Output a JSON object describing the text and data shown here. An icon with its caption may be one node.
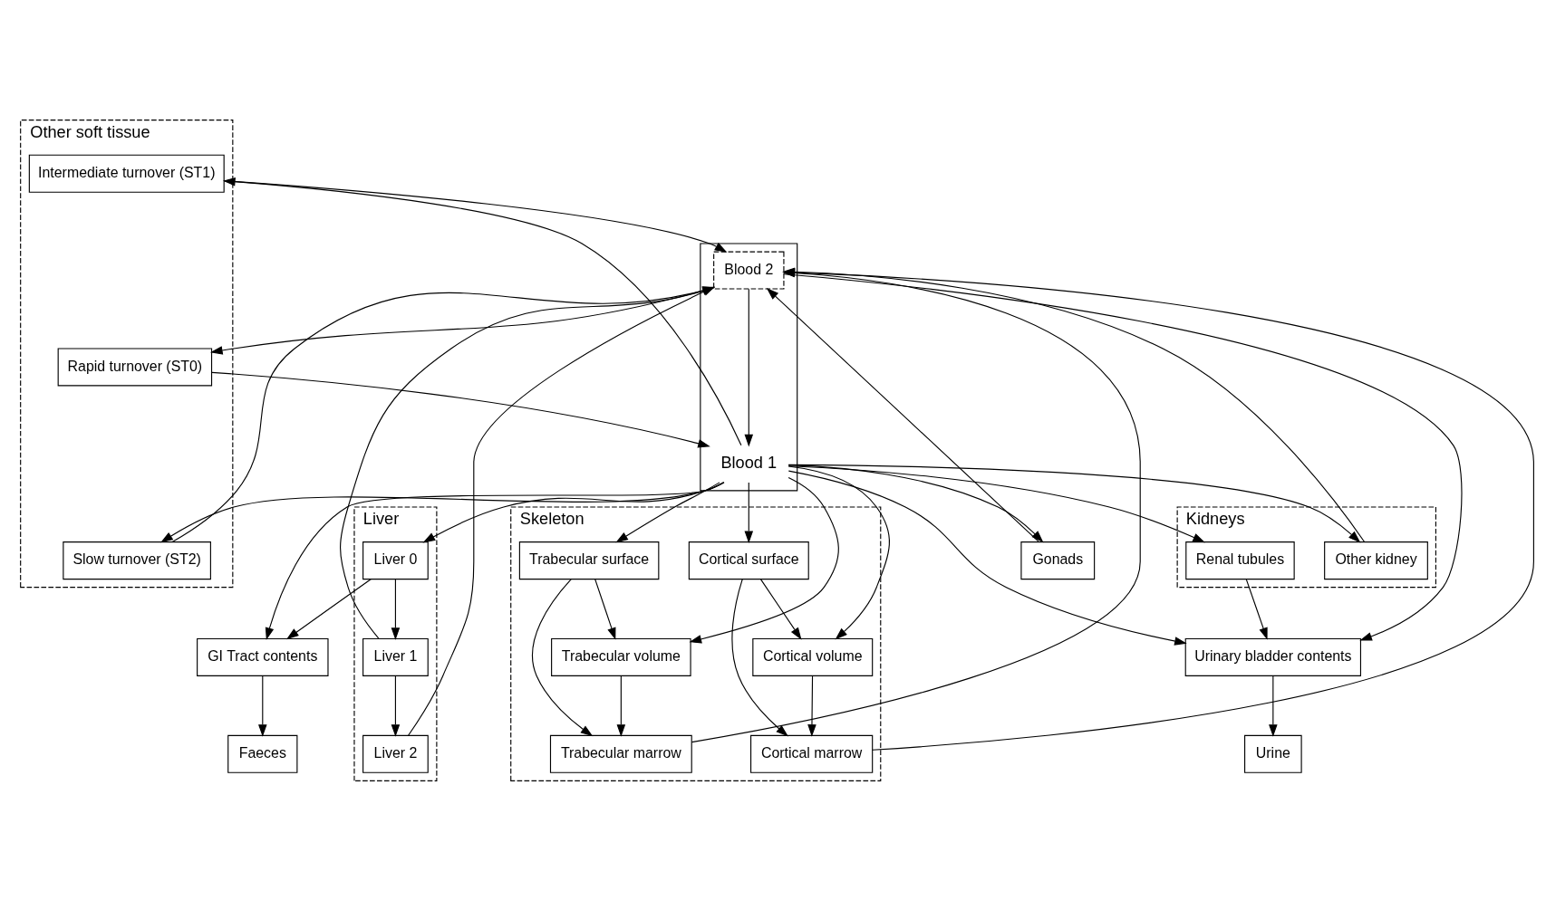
{
  "diagram": {
    "nodes": [
      {
        "text": [
          "Other soft tissue"
        ]
      },
      {
        "text": [
          "Intermediate turnover (ST1)"
        ],
        "in": 0
      },
      {
        "text": [
          "Rapid turnover (ST0)"
        ],
        "in": 0
      },
      {
        "text": [
          "Slow turnover (ST2)"
        ],
        "in": 0
      },
      {
        "text": [
          "Skeleton"
        ]
      },
      {
        "text": [
          "Cortical volume"
        ],
        "in": 4
      },
      {
        "text": [
          "Cortical surface"
        ],
        "in": 4
      },
      {
        "text": [
          "Cortical marrow"
        ],
        "in": 4
      },
      {
        "text": [
          "Trabecular volume"
        ],
        "in": 4
      },
      {
        "text": [
          "Trabecular surface"
        ],
        "in": 4
      },
      {
        "text": [
          "Trabecular marrow"
        ],
        "in": 4
      },
      {
        "text": [
          "Blood 1"
        ]
      },
      {
        "text": [
          "Blood 2"
        ],
        "in": 11
      },
      {
        "text": [
          "Liver"
        ]
      },
      {
        "text": [
          "Liver 2"
        ],
        "in": 13
      },
      {
        "text": [
          "Liver 1"
        ],
        "in": 13
      },
      {
        "text": [
          "Liver 0"
        ],
        "in": 13
      },
      {
        "text": [
          "GI Tract contents"
        ]
      },
      {
        "text": [
          "Kidneys"
        ]
      },
      {
        "text": [
          "Other kidney"
        ],
        "in": 18
      },
      {
        "text": [
          "Renal tubules"
        ],
        "in": 18
      },
      {
        "text": [
          "Urine"
        ]
      },
      {
        "text": [
          "Urinary bladder contents"
        ]
      },
      {
        "text": [
          "Gonads"
        ]
      },
      {
        "text": [
          "Faeces"
        ]
      }
    ],
    "edges": [
      {
        "from": 1,
        "to": 12,
        "arrow": "to"
      },
      {
        "from": 11,
        "to": 1,
        "arrow": "to"
      },
      {
        "from": 2,
        "to": 11,
        "arrow": "to"
      },
      {
        "from": 12,
        "to": 2,
        "arrow": "to"
      },
      {
        "from": 11,
        "to": 3,
        "arrow": "to"
      },
      {
        "from": 3,
        "to": 12,
        "arrow": "to"
      },
      {
        "from": 5,
        "to": 7,
        "arrow": "to"
      },
      {
        "from": 6,
        "to": 5,
        "arrow": "to"
      },
      {
        "from": 6,
        "to": 7,
        "arrow": "to"
      },
      {
        "from": 7,
        "to": 12,
        "arrow": "to"
      },
      {
        "from": 11,
        "to": 5,
        "arrow": "to"
      },
      {
        "from": 11,
        "to": 6,
        "arrow": "to"
      },
      {
        "from": 11,
        "to": 8,
        "arrow": "to"
      },
      {
        "from": 11,
        "to": 9,
        "arrow": "to"
      },
      {
        "from": 9,
        "to": 8,
        "arrow": "to"
      },
      {
        "from": 9,
        "to": 10,
        "arrow": "to"
      },
      {
        "from": 8,
        "to": 10,
        "arrow": "to"
      },
      {
        "from": 10,
        "to": 12,
        "arrow": "to"
      },
      {
        "from": 14,
        "to": 12,
        "arrow": "to"
      },
      {
        "from": 15,
        "to": 12,
        "arrow": "to"
      },
      {
        "from": 11,
        "to": 16,
        "arrow": "to"
      },
      {
        "from": 16,
        "to": 15,
        "arrow": "to"
      },
      {
        "from": 15,
        "to": 14,
        "arrow": "to"
      },
      {
        "from": 16,
        "to": 17,
        "arrow": "to"
      },
      {
        "from": 11,
        "to": 17,
        "arrow": "to"
      },
      {
        "from": 17,
        "to": 24,
        "arrow": "to"
      },
      {
        "from": 12,
        "to": 22,
        "arrow": "to"
      },
      {
        "from": 11,
        "to": 19,
        "arrow": "to"
      },
      {
        "from": 19,
        "to": 12,
        "arrow": "to"
      },
      {
        "from": 11,
        "to": 20,
        "arrow": "to"
      },
      {
        "from": 20,
        "to": 22,
        "arrow": "to"
      },
      {
        "from": 11,
        "to": 22,
        "arrow": "to"
      },
      {
        "from": 22,
        "to": 21,
        "arrow": "to"
      },
      {
        "from": 23,
        "to": 12,
        "arrow": "to"
      },
      {
        "from": 11,
        "to": 23,
        "arrow": "to"
      },
      {
        "from": 12,
        "to": 11,
        "arrow": "to"
      }
    ]
  }
}
